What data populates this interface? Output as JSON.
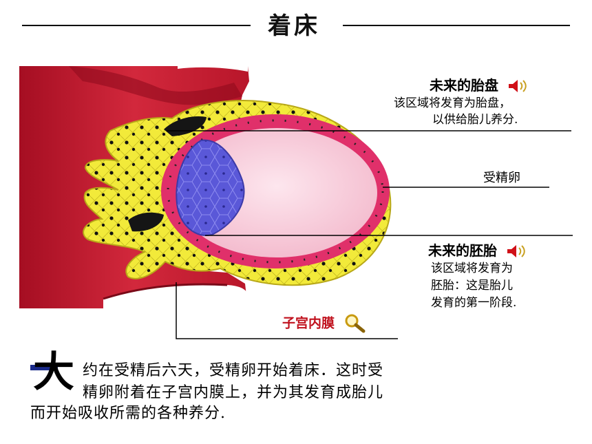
{
  "title": "着床",
  "labels": {
    "placenta": {
      "heading": "未来的胎盘",
      "lines": [
        "该区域将发育为胎盘，",
        "以供给胎儿养分."
      ]
    },
    "fertilized_egg": "受精卵",
    "embryo": {
      "heading": "未来的胚胎",
      "lines": [
        "该区域将发育为",
        "胚胎：这是胎儿",
        "发育的第一阶段."
      ]
    },
    "endometrium": "子宫内膜"
  },
  "caption": {
    "initial": "大",
    "lines": [
      "约在受精后六天，受精卵开始着床．这时受",
      "精卵附着在子宫内膜上，并为其发育成胎儿",
      "而开始吸收所需的各种养分."
    ]
  },
  "icons": {
    "placenta_audio": "speaker-icon",
    "embryo_audio": "speaker-icon",
    "endometrium_zoom": "magnifier-icon"
  },
  "colors": {
    "tissue": "#c81e32",
    "trophoblast": "#f2ea3a",
    "cell_nuclei": "#111111",
    "membrane": "#e0306a",
    "cavity": "#f6c8d8",
    "inner_cell_mass": "#5a58d8",
    "endometrium_label": "#c0101c"
  }
}
